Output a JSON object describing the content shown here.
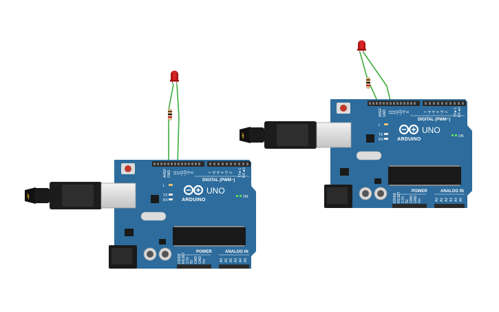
{
  "circuits": [
    {
      "id": "circuit-left",
      "board": {
        "brand_label": "ARDUINO",
        "model_label": "UNO",
        "on_label": "ON",
        "digital_header_label": "DIGITAL (PWM~)",
        "power_label": "POWER",
        "analog_label": "ANALOG IN",
        "led_l_label": "L",
        "tx_label": "TX",
        "rx_label": "RX",
        "digital_pins": [
          "AREF",
          "GND",
          "13",
          "12",
          "~11",
          "~10",
          "~9",
          "8",
          "7",
          "~6",
          "~5",
          "4",
          "~3",
          "2",
          "TX►1",
          "RX◄0"
        ],
        "power_pins": [
          "IOREF",
          "RESET",
          "3.3V",
          "5V",
          "GND",
          "GND",
          "Vin"
        ],
        "analog_pins": [
          "A0",
          "A1",
          "A2",
          "A3",
          "A4",
          "A5"
        ],
        "colors": {
          "pcb": "#2d6c9c",
          "header": "#2a2a2a",
          "wire": "#3cab3c",
          "led": "#d41a1a"
        }
      }
    },
    {
      "id": "circuit-right",
      "board": {
        "brand_label": "ARDUINO",
        "model_label": "UNO",
        "on_label": "ON",
        "digital_header_label": "DIGITAL (PWM~)",
        "power_label": "POWER",
        "analog_label": "ANALOG IN",
        "led_l_label": "L",
        "tx_label": "TX",
        "rx_label": "RX",
        "digital_pins": [
          "AREF",
          "GND",
          "13",
          "12",
          "~11",
          "~10",
          "~9",
          "8",
          "7",
          "~6",
          "~5",
          "4",
          "~3",
          "2",
          "TX►1",
          "RX◄0"
        ],
        "power_pins": [
          "IOREF",
          "RESET",
          "3.3V",
          "5V",
          "GND",
          "GND",
          "Vin"
        ],
        "analog_pins": [
          "A0",
          "A1",
          "A2",
          "A3",
          "A4",
          "A5"
        ],
        "colors": {
          "pcb": "#2d6c9c",
          "header": "#2a2a2a",
          "wire": "#3cab3c",
          "led": "#d41a1a"
        }
      }
    }
  ]
}
